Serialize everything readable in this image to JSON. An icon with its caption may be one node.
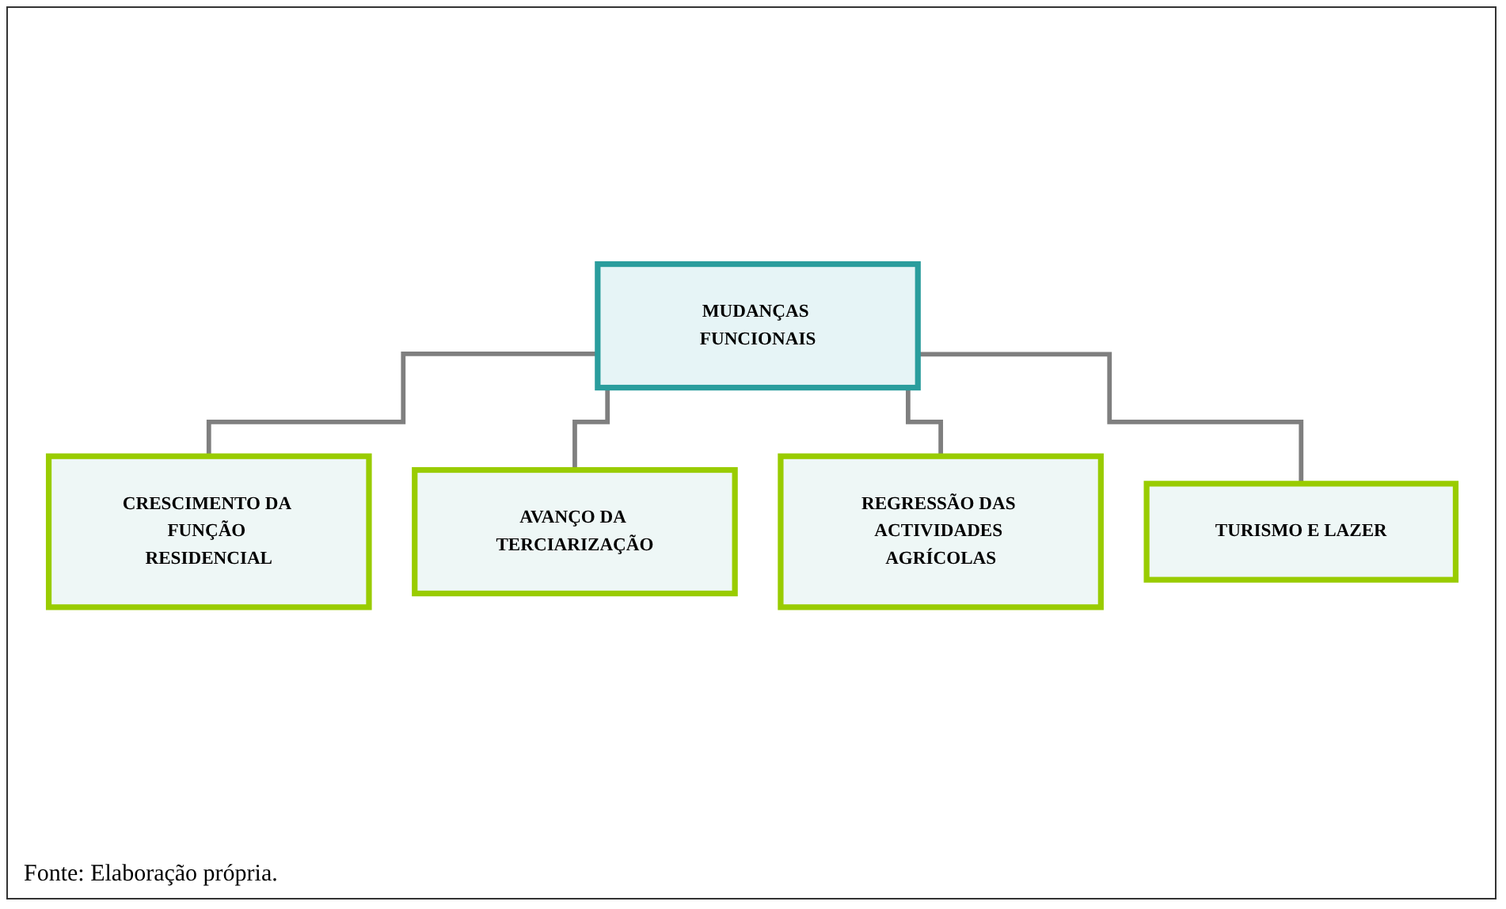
{
  "diagram": {
    "caption": "Fonte: Elaboração própria.",
    "nodes": [
      {
        "text": [
          "MUDANÇAS FUNCIONAIS"
        ]
      },
      {
        "text": [
          "CRESCIMENTO DA FUNÇÃO RESIDENCIAL"
        ]
      },
      {
        "text": [
          "AVANÇO DA TERCIARIZAÇÃO"
        ]
      },
      {
        "text": [
          "REGRESSÃO DAS ACTIVIDADES AGRÍCOLAS"
        ]
      },
      {
        "text": [
          "TURISMO E LAZER"
        ]
      }
    ],
    "edges": [
      {
        "from": 0,
        "to": 1,
        "arrow": "none"
      },
      {
        "from": 0,
        "to": 2,
        "arrow": "none"
      },
      {
        "from": 0,
        "to": 3,
        "arrow": "none"
      },
      {
        "from": 0,
        "to": 4,
        "arrow": "none"
      }
    ]
  }
}
